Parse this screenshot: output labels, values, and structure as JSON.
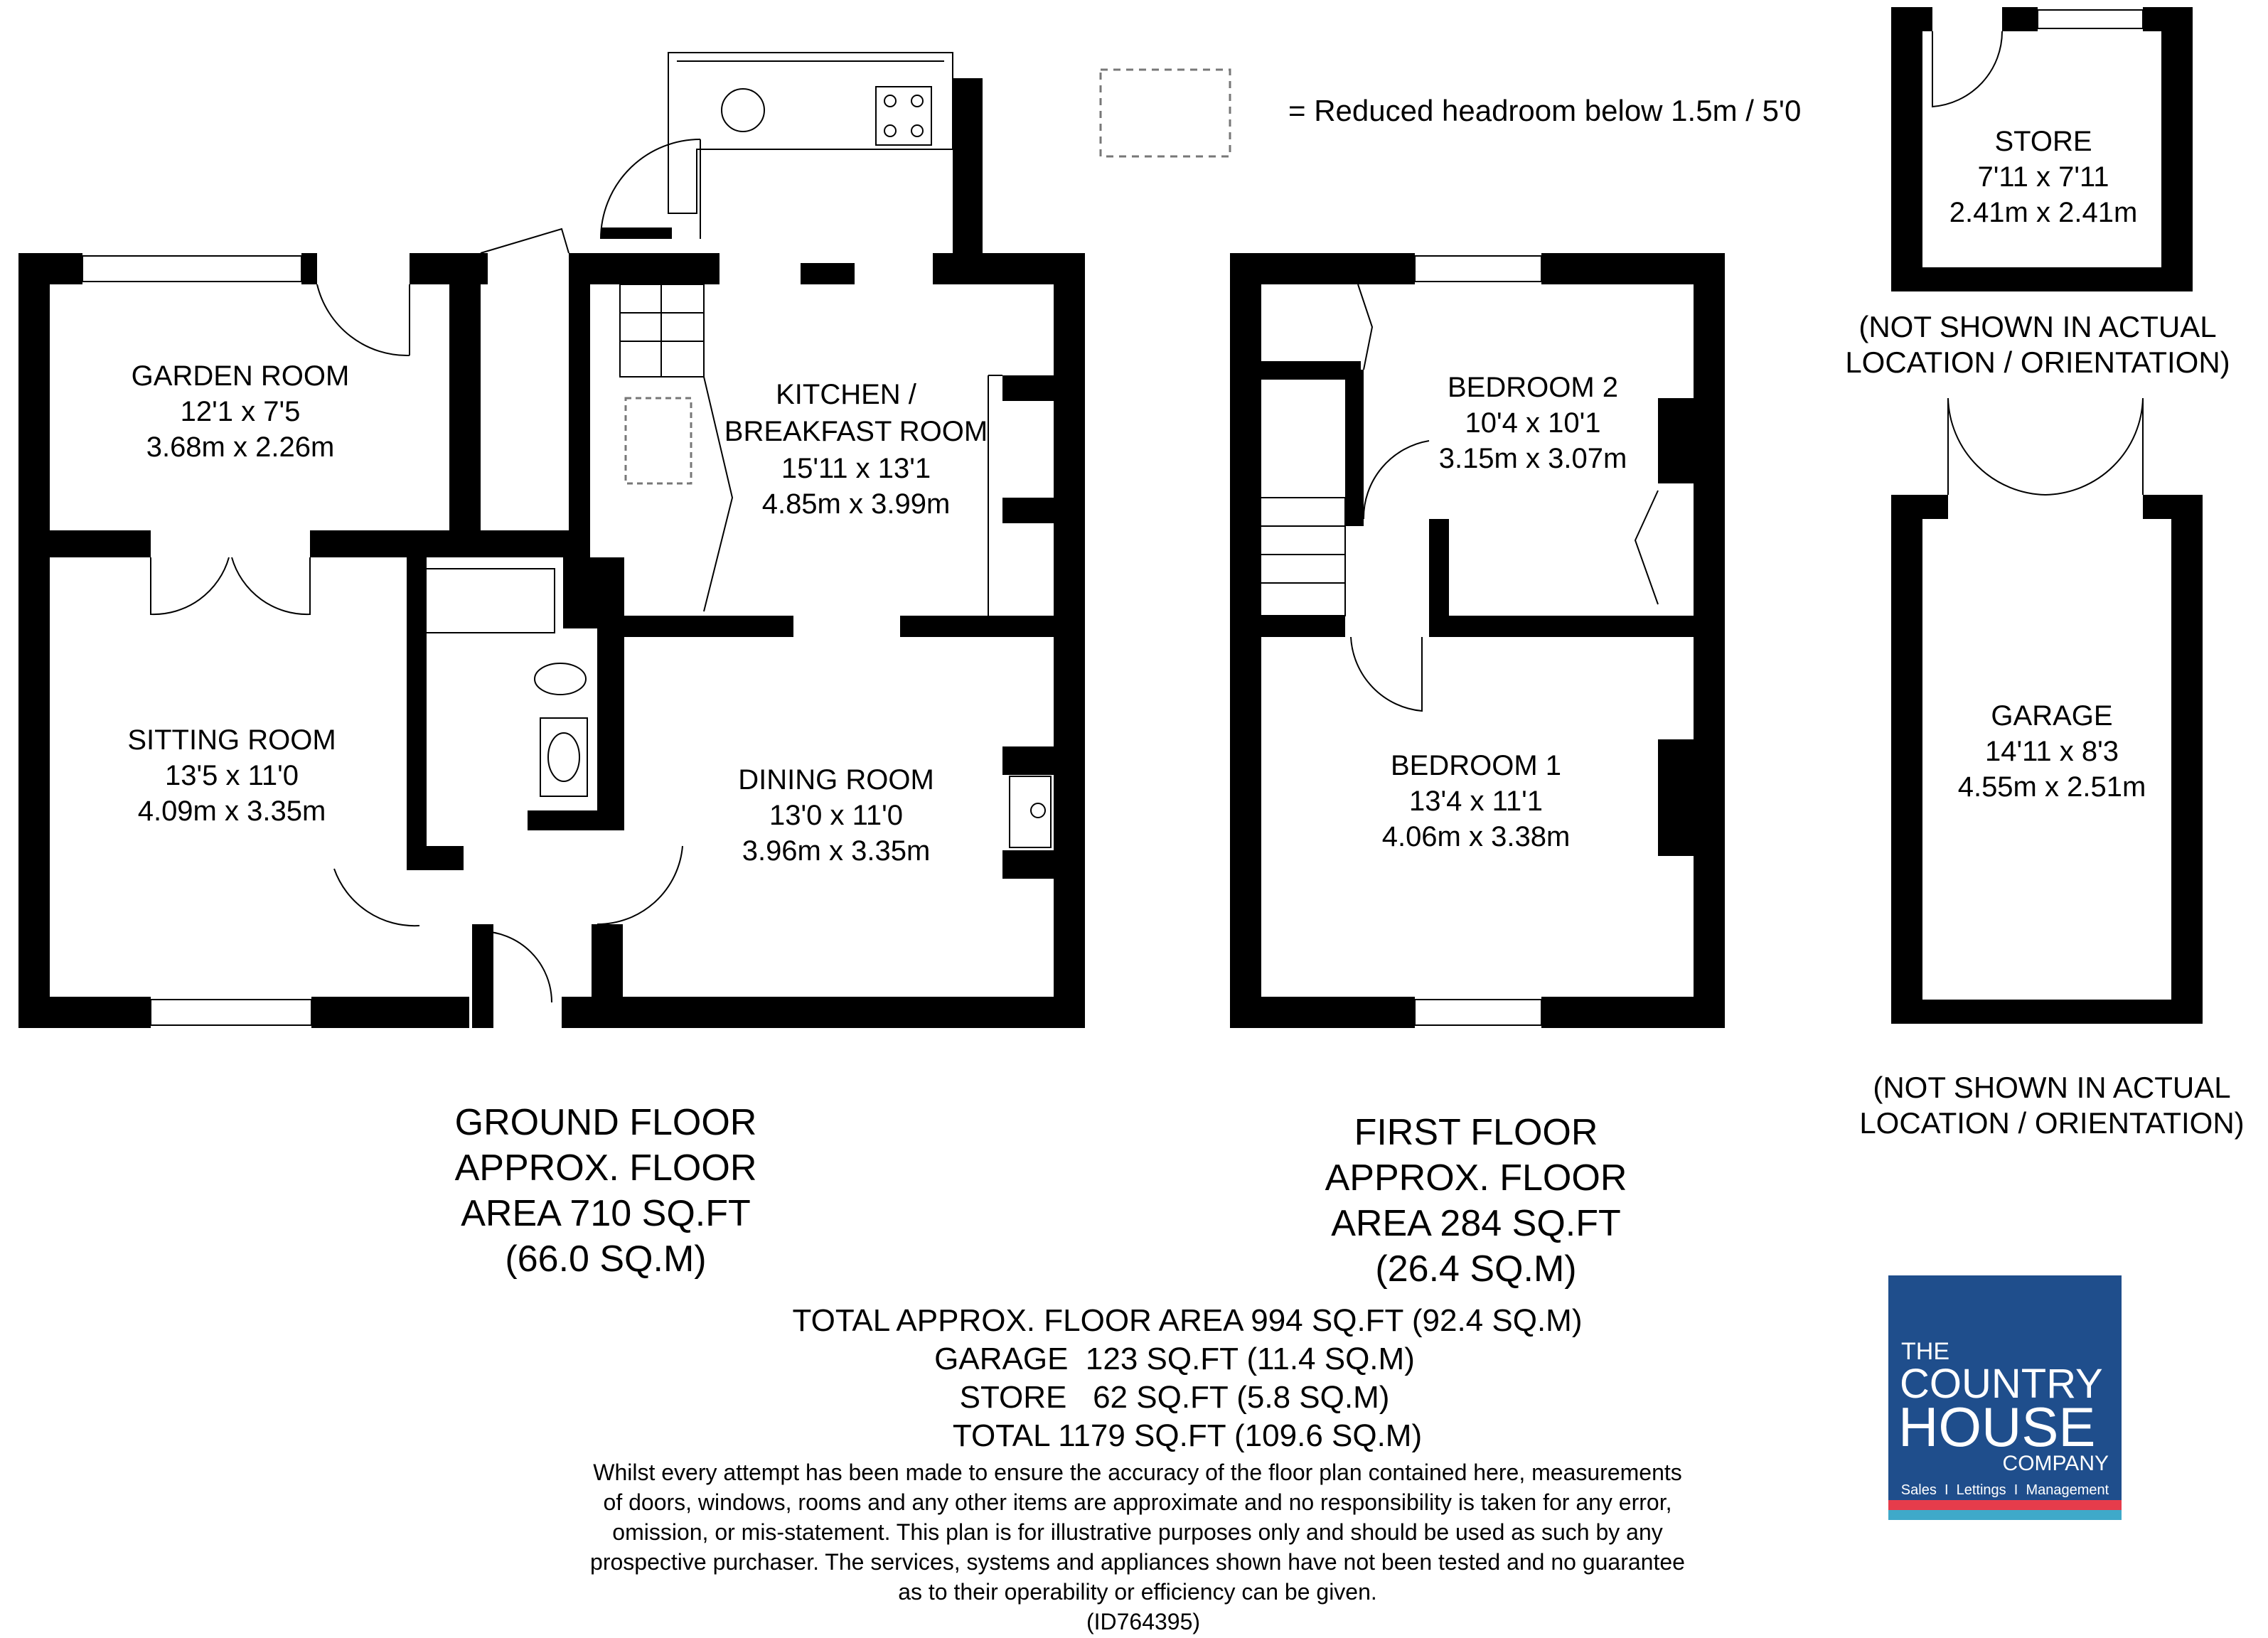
{
  "legend": {
    "text": "= Reduced headroom below 1.5m / 5'0"
  },
  "ground_floor": {
    "label_lines": [
      "GROUND FLOOR",
      "APPROX. FLOOR",
      "AREA 710 SQ.FT",
      "(66.0 SQ.M)"
    ],
    "rooms": [
      {
        "name": "GARDEN ROOM",
        "imperial": "12'1 x 7'5",
        "metric": "3.68m x 2.26m"
      },
      {
        "name": "KITCHEN /",
        "name2": "BREAKFAST ROOM",
        "imperial": "15'11 x 13'1",
        "metric": "4.85m x 3.99m"
      },
      {
        "name": "SITTING ROOM",
        "imperial": "13'5 x 11'0",
        "metric": "4.09m x 3.35m"
      },
      {
        "name": "DINING ROOM",
        "imperial": "13'0 x 11'0",
        "metric": "3.96m x 3.35m"
      }
    ]
  },
  "first_floor": {
    "label_lines": [
      "FIRST FLOOR",
      "APPROX. FLOOR",
      "AREA 284 SQ.FT",
      "(26.4 SQ.M)"
    ],
    "rooms": [
      {
        "name": "BEDROOM 2",
        "imperial": "10'4 x 10'1",
        "metric": "3.15m x 3.07m"
      },
      {
        "name": "BEDROOM 1",
        "imperial": "13'4 x 11'1",
        "metric": "4.06m x 3.38m"
      }
    ]
  },
  "outbuildings": {
    "store": {
      "name": "STORE",
      "imperial": "7'11 x 7'11",
      "metric": "2.41m x 2.41m"
    },
    "garage": {
      "name": "GARAGE",
      "imperial": "14'11 x 8'3",
      "metric": "4.55m x 2.51m"
    },
    "note_lines": [
      "(NOT SHOWN IN ACTUAL",
      "LOCATION / ORIENTATION)"
    ]
  },
  "totals": [
    "TOTAL APPROX. FLOOR AREA 994 SQ.FT (92.4 SQ.M)",
    "GARAGE  123 SQ.FT (11.4 SQ.M)",
    "STORE   62 SQ.FT (5.8 SQ.M)",
    "TOTAL 1179 SQ.FT (109.6 SQ.M)"
  ],
  "disclaimer_lines": [
    "Whilst every attempt has been made to ensure the accuracy of the floor plan contained here, measurements",
    "of doors, windows, rooms and any other items are approximate and no responsibility is taken for any error,",
    "omission, or mis-statement. This plan is for illustrative purposes only and should be used as such by any",
    "prospective purchaser. The services, systems and appliances shown have not been tested and no guarantee",
    "as to their operability or efficiency can be given.",
    "(ID764395)"
  ],
  "logo": {
    "the": "THE",
    "country": "COUNTRY",
    "house": "HOUSE",
    "company": "COMPANY",
    "tagline": "Sales  I  Lettings  I  Management",
    "colors": {
      "navy": "#1f4e8c",
      "red": "#e63c4b",
      "teal": "#3fa9c9"
    }
  }
}
